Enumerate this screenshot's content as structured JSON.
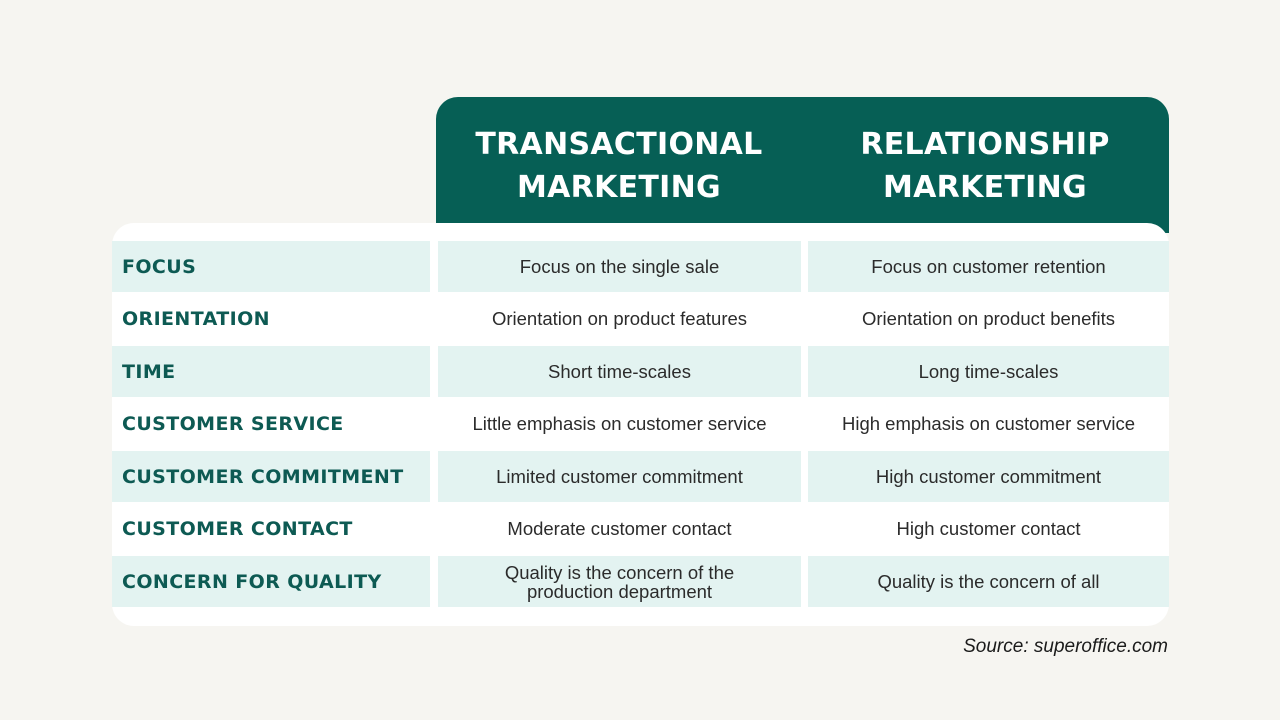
{
  "header": {
    "col1": "TRANSACTIONAL MARKETING",
    "col2": "RELATIONSHIP MARKETING"
  },
  "rows": [
    {
      "label": "FOCUS",
      "transactional": "Focus on the single sale",
      "relationship": "Focus on customer retention"
    },
    {
      "label": "ORIENTATION",
      "transactional": "Orientation on product features",
      "relationship": "Orientation on product benefits"
    },
    {
      "label": "TIME",
      "transactional": "Short time-scales",
      "relationship": "Long time-scales"
    },
    {
      "label": "CUSTOMER SERVICE",
      "transactional": "Little emphasis on customer service",
      "relationship": "High emphasis on customer service"
    },
    {
      "label": "CUSTOMER COMMITMENT",
      "transactional": "Limited customer commitment",
      "relationship": "High customer commitment"
    },
    {
      "label": "CUSTOMER CONTACT",
      "transactional": "Moderate customer contact",
      "relationship": "High customer contact"
    },
    {
      "label": "CONCERN FOR QUALITY",
      "transactional": "Quality is the concern of the production department",
      "relationship": "Quality is the concern of all"
    }
  ],
  "source": "Source: superoffice.com",
  "colors": {
    "header_bg": "#065f55",
    "label_text": "#0d5a53",
    "row_shade": "#e3f3f1",
    "page_bg": "#f6f5f1"
  }
}
